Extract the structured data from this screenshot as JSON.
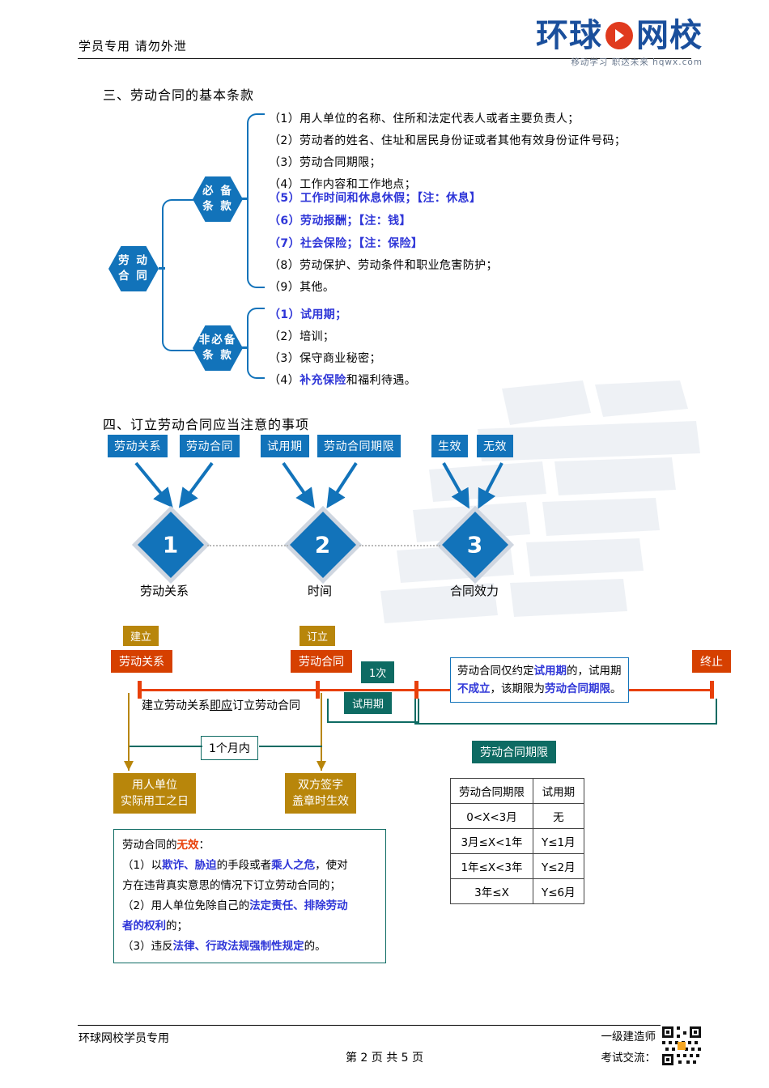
{
  "header": {
    "left_text": "学员专用 请勿外泄",
    "logo_main_left": "环球",
    "logo_main_right": "网校",
    "logo_sub": "移动学习 职达未来  hqwx.com"
  },
  "section3": {
    "title": "三、劳动合同的基本条款",
    "root": "劳 动\n合 同",
    "root_line1": "劳 动",
    "root_line2": "合 同",
    "branch1": {
      "line1": "必 备",
      "line2": "条 款"
    },
    "branch2": {
      "line1": "非必备",
      "line2": "条  款"
    },
    "required_items": [
      {
        "num": "（1）",
        "text": "用人单位的名称、住所和法定代表人或者主要负责人；",
        "style": "plain"
      },
      {
        "num": "（2）",
        "text": "劳动者的姓名、住址和居民身份证或者其他有效身份证件号码；",
        "style": "plain"
      },
      {
        "num": "（3）",
        "text": "劳动合同期限；",
        "style": "plain"
      },
      {
        "num": "（4）",
        "text": "工作内容和工作地点；",
        "style": "plain"
      },
      {
        "num": "（5）",
        "text": "工作时间和休息休假；【注：休息】",
        "style": "blue-bold"
      },
      {
        "num": "（6）",
        "text": "劳动报酬；【注：钱】",
        "style": "blue-bold"
      },
      {
        "num": "（7）",
        "text": "社会保险；【注：保险】",
        "style": "blue-bold"
      },
      {
        "num": "（8）",
        "text": "劳动保护、劳动条件和职业危害防护；",
        "style": "plain"
      },
      {
        "num": "（9）",
        "text": "其他。",
        "style": "plain"
      }
    ],
    "optional_items": [
      {
        "num": "（1）",
        "text": "试用期；",
        "style": "blue-bold"
      },
      {
        "num": "（2）",
        "text": "培训；",
        "style": "plain"
      },
      {
        "num": "（3）",
        "text": "保守商业秘密；",
        "style": "plain"
      },
      {
        "num": "（4）",
        "text_blue": "补充保险",
        "text_plain": "和福利待遇。",
        "style": "mixed"
      }
    ]
  },
  "section4": {
    "title": "四、订立劳动合同应当注意的事项",
    "tags": [
      "劳动关系",
      "劳动合同",
      "试用期",
      "劳动合同期限",
      "生效",
      "无效"
    ],
    "steps": [
      {
        "num": "1",
        "label": "劳动关系"
      },
      {
        "num": "2",
        "label": "时间"
      },
      {
        "num": "3",
        "label": "合同效力"
      }
    ]
  },
  "timeline": {
    "gold_tag_left": "建立",
    "gold_tag_mid": "订立",
    "red_box_left": "劳动关系",
    "red_box_mid": "劳动合同",
    "teal_once": "1次",
    "teal_probation": "试用期",
    "teal_term": "劳动合同期限",
    "end_label": "终止",
    "note_line1_a": "劳动合同",
    "note_line1_b": "仅约定",
    "note_line1_c": "试用期",
    "note_line1_d": "的，试用期",
    "note_line2_a": "不成立",
    "note_line2_b": "，该期限为",
    "note_line2_c": "劳动合同期限",
    "note_line2_d": "。",
    "mid_text_a": "建立劳动关系",
    "mid_text_b": "即应",
    "mid_text_c": "订立劳动合同",
    "one_month": "1个月内",
    "bottom_left_l1": "用人单位",
    "bottom_left_l2": "实际用工之日",
    "bottom_mid_l1": "双方签字",
    "bottom_mid_l2": "盖章时生效"
  },
  "invalid_box": {
    "title_a": "劳动合同的",
    "title_b": "无效",
    "title_c": "：",
    "l1_num": "（1）",
    "l1_a": "以",
    "l1_b": "欺诈、胁迫",
    "l1_c": "的手段或者",
    "l1_d": "乘人之危",
    "l1_e": "，使对",
    "l2": "方在违背真实意思的情况下订立劳动合同的；",
    "l3_num": "（2）",
    "l3_a": "用人单位",
    "l3_b": "免除自己的",
    "l3_c": "法定责任、排除劳动",
    "l4_a": "者的权利",
    "l4_b": "的；",
    "l5_num": "（3）",
    "l5_a": "违反",
    "l5_b": "法律、行政法规",
    "l5_c": "强制性规定",
    "l5_d": "的。"
  },
  "table": {
    "headers": [
      "劳动合同期限",
      "试用期"
    ],
    "rows": [
      [
        "0<X<3月",
        "无"
      ],
      [
        "3月≤X<1年",
        "Y≤1月"
      ],
      [
        "1年≤X<3年",
        "Y≤2月"
      ],
      [
        "3年≤X",
        "Y≤6月"
      ]
    ]
  },
  "footer": {
    "left": "环球网校学员专用",
    "center": "第 2 页 共 5 页",
    "right_line1": "一级建造师",
    "right_line2": "考试交流："
  },
  "colors": {
    "blue": "#1273ba",
    "dark_blue_text": "#2f36d8",
    "orange": "#e8400a",
    "red_box": "#d64000",
    "gold": "#b8860b",
    "teal": "#0e6b63"
  }
}
